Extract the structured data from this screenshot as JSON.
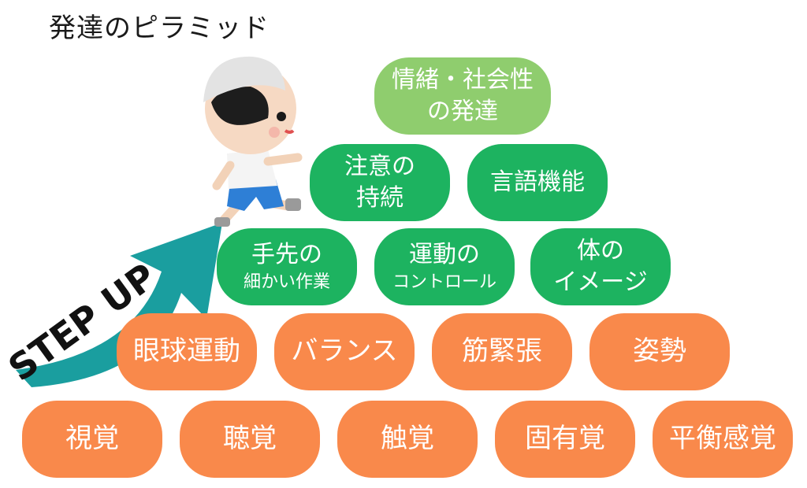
{
  "title": "発達のピラミッド",
  "arrow": {
    "text": "STEP UP",
    "color": "#1a9e9f"
  },
  "tiers": {
    "bottom": [
      "視覚",
      "聴覚",
      "触覚",
      "固有覚",
      "平衡感覚"
    ],
    "second": [
      "眼球運動",
      "バランス",
      "筋緊張",
      "姿勢"
    ],
    "third": [
      {
        "l1": "手先の",
        "l2": "細かい作業"
      },
      {
        "l1": "運動の",
        "l2": "コントロール"
      },
      {
        "l1": "体の",
        "l2": "イメージ"
      }
    ],
    "fourth": [
      {
        "l1": "注意の",
        "l2": "持続"
      },
      {
        "l1": "言語機能",
        "l2": ""
      }
    ],
    "top": {
      "l1": "情緒・社会性",
      "l2": "の発達"
    }
  },
  "colors": {
    "orange": "#f9894b",
    "green": "#1db360",
    "light_green": "#8fcd6e"
  },
  "illustration": "running-child-icon"
}
